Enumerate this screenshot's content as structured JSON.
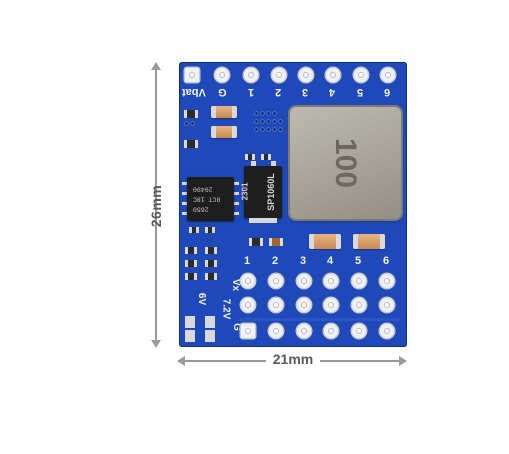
{
  "dimensions": {
    "height_label": "26mm",
    "width_label": "21mm"
  },
  "board": {
    "top_pin_labels": [
      "Vbat",
      "G",
      "1",
      "2",
      "3",
      "4",
      "5",
      "6"
    ],
    "bottom_column_labels": [
      "1",
      "2",
      "3",
      "4",
      "5",
      "6"
    ],
    "bottom_row_labels": [
      "Vx",
      "7.2V",
      "G"
    ],
    "jumper_labels": [
      "6V"
    ],
    "inductor_marking": "100",
    "regulator_marking": [
      "2301",
      "SP1060L"
    ],
    "driver_ic_marking": [
      "2650",
      "8CT 18C",
      "20490"
    ],
    "colors": {
      "pcb": "#1f49b8",
      "silkscreen": "#f4f4f4",
      "pad": "#eef0f3",
      "inductor": "#a9a59c",
      "tantalum": "#d9a06c"
    }
  }
}
